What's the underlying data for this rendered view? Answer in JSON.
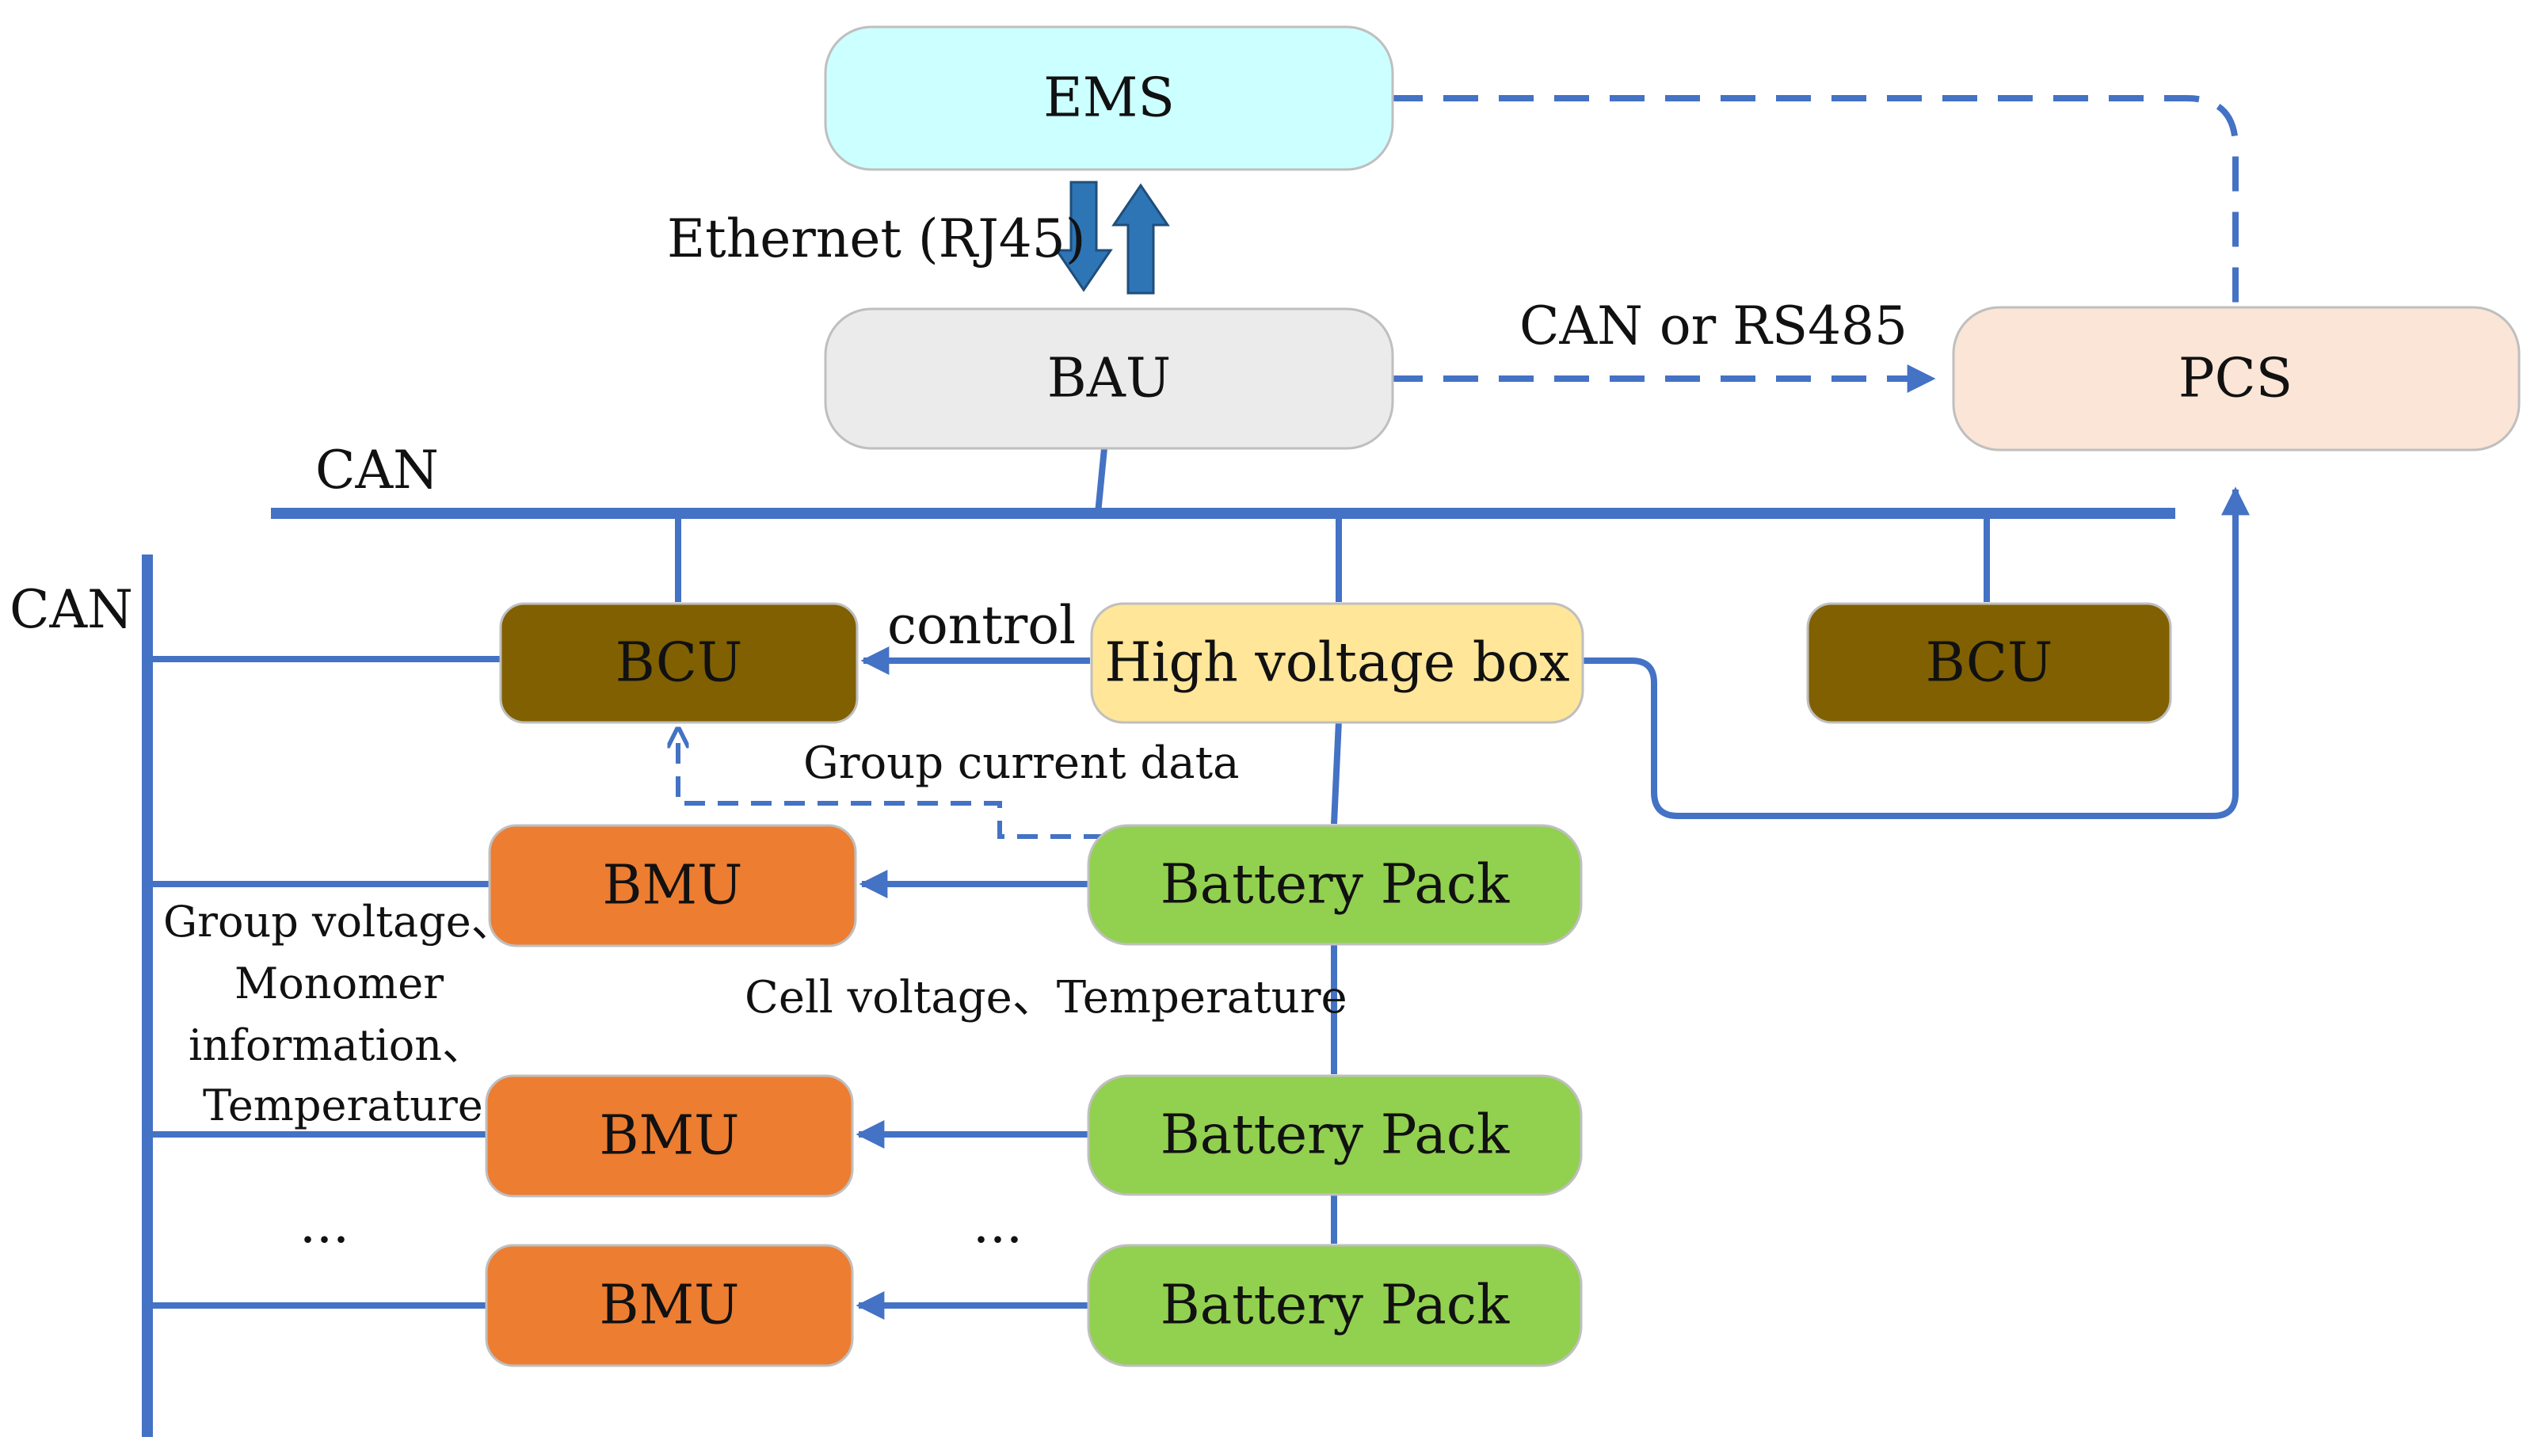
{
  "nodes": {
    "ems": "EMS",
    "bau": "BAU",
    "pcs": "PCS",
    "bcu_left": "BCU",
    "bcu_right": "BCU",
    "hv_box": "High voltage box",
    "bmu_1": "BMU",
    "bmu_2": "BMU",
    "bmu_3": "BMU",
    "pack_1": "Battery Pack",
    "pack_2": "Battery Pack",
    "pack_3": "Battery Pack"
  },
  "labels": {
    "ethernet": "Ethernet (RJ45)",
    "can_or_rs485": "CAN or RS485",
    "can_bus_top": "CAN",
    "can_bus_left": "CAN",
    "control": "control",
    "group_current": "Group current data",
    "cell_voltage": "Cell voltage、Temperature",
    "bmu_info": [
      "Group voltage、",
      "Monomer",
      "information、",
      "Temperature"
    ],
    "ellipsis_left": "...",
    "ellipsis_mid": "..."
  },
  "colors": {
    "line": "#4472C4",
    "ems_fill": "#CCFFFF",
    "bau_fill": "#EBEBEB",
    "pcs_fill": "#FBE5D6",
    "bcu_fill": "#806000",
    "hv_fill": "#FFE699",
    "bmu_fill": "#ED7D31",
    "pack_fill": "#92D050"
  }
}
